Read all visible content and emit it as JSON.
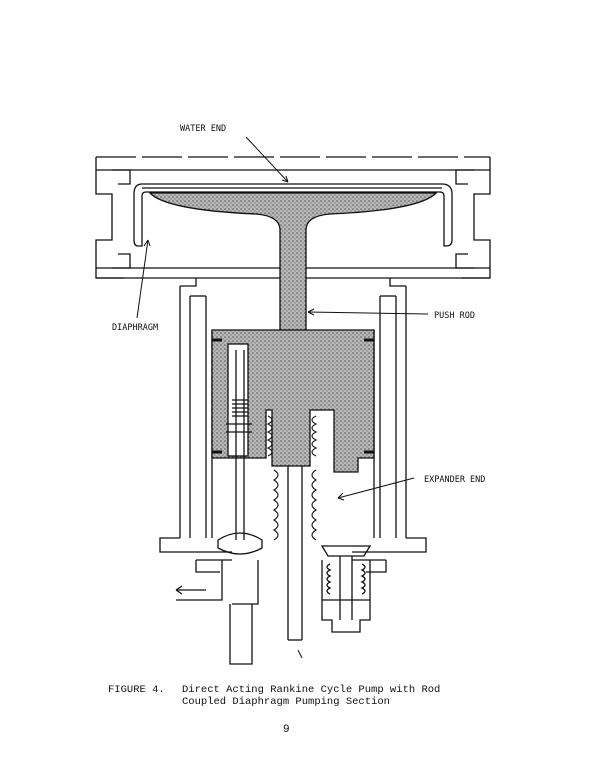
{
  "figure": {
    "labels": {
      "water_end": "WATER END",
      "push_rod": "PUSH ROD",
      "diaphragm": "DIAPHRAGM",
      "expander_end": "EXPANDER END"
    },
    "caption": {
      "figure_number": "FIGURE 4.",
      "line1": "Direct Acting Rankine Cycle Pump with Rod",
      "line2": "Coupled Diaphragm Pumping Section"
    }
  },
  "page_number": "9",
  "colors": {
    "ink": "#111111",
    "stipple": "#9a9a9a",
    "paper": "#ffffff"
  }
}
